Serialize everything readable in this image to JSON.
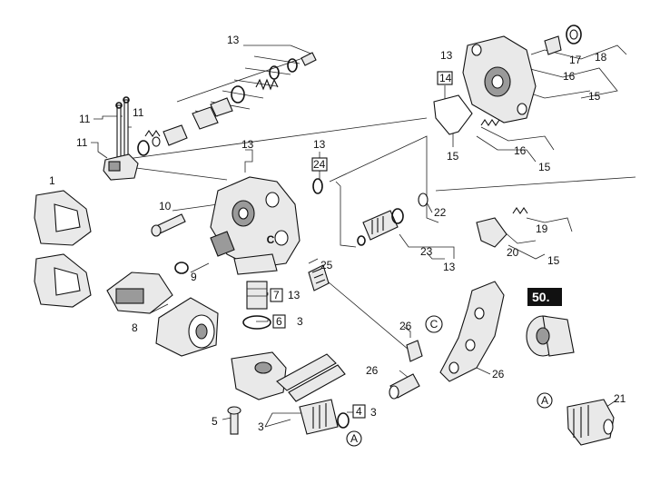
{
  "diagram": {
    "callouts": [
      {
        "id": "c1",
        "text": "1"
      },
      {
        "id": "c3a",
        "text": "3"
      },
      {
        "id": "c3b",
        "text": "3"
      },
      {
        "id": "c3c",
        "text": "3"
      },
      {
        "id": "c4",
        "text": "4"
      },
      {
        "id": "c5",
        "text": "5"
      },
      {
        "id": "c6",
        "text": "6"
      },
      {
        "id": "c7",
        "text": "7"
      },
      {
        "id": "c8",
        "text": "8"
      },
      {
        "id": "c9",
        "text": "9"
      },
      {
        "id": "c10",
        "text": "10"
      },
      {
        "id": "c11a",
        "text": "11"
      },
      {
        "id": "c11b",
        "text": "11"
      },
      {
        "id": "c11c",
        "text": "11"
      },
      {
        "id": "c13a",
        "text": "13"
      },
      {
        "id": "c13b",
        "text": "13"
      },
      {
        "id": "c13c",
        "text": "13"
      },
      {
        "id": "c13d",
        "text": "13"
      },
      {
        "id": "c13e",
        "text": "13"
      },
      {
        "id": "c13f",
        "text": "13"
      },
      {
        "id": "c14",
        "text": "14"
      },
      {
        "id": "c15a",
        "text": "15"
      },
      {
        "id": "c15b",
        "text": "15"
      },
      {
        "id": "c15c",
        "text": "15"
      },
      {
        "id": "c15d",
        "text": "15"
      },
      {
        "id": "c16a",
        "text": "16"
      },
      {
        "id": "c16b",
        "text": "16"
      },
      {
        "id": "c17",
        "text": "17"
      },
      {
        "id": "c18",
        "text": "18"
      },
      {
        "id": "c19",
        "text": "19"
      },
      {
        "id": "c20",
        "text": "20"
      },
      {
        "id": "c21",
        "text": "21"
      },
      {
        "id": "c22",
        "text": "22"
      },
      {
        "id": "c23",
        "text": "23"
      },
      {
        "id": "c24",
        "text": "24"
      },
      {
        "id": "c25",
        "text": "25"
      },
      {
        "id": "c26a",
        "text": "26"
      },
      {
        "id": "c26b",
        "text": "26"
      },
      {
        "id": "c26c",
        "text": "26"
      },
      {
        "id": "c50",
        "text": "50."
      }
    ],
    "markers": {
      "A": "A",
      "C": "C"
    },
    "colors": {
      "ink": "#111111",
      "part_fill": "#e9e9e9",
      "badge_fill": "#111111"
    }
  }
}
